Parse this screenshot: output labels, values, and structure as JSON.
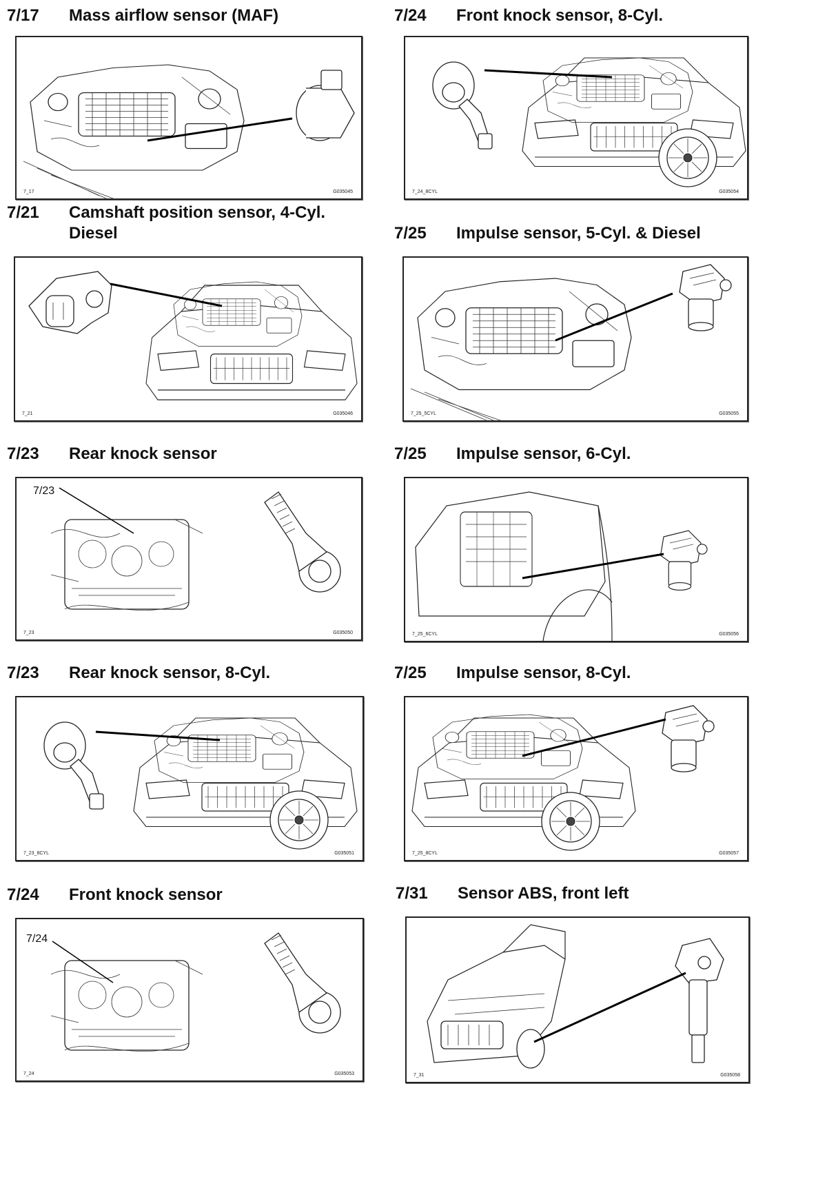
{
  "entries": [
    {
      "number": "7/17",
      "title": "Mass airflow sensor (MAF)",
      "code_left": "7_17",
      "code_right": "G035045"
    },
    {
      "number": "7/24",
      "title": "Front knock sensor, 8-Cyl.",
      "code_left": "7_24_8CYL",
      "code_right": "G035054"
    },
    {
      "number": "7/21",
      "title": "Camshaft position sensor, 4-Cyl.",
      "title_line2": "Diesel",
      "code_left": "7_21",
      "code_right": "G035046"
    },
    {
      "number": "7/25",
      "title": "Impulse sensor, 5-Cyl. & Diesel",
      "code_left": "7_25_5CYL",
      "code_right": "G035055"
    },
    {
      "number": "7/23",
      "title": "Rear knock sensor",
      "callout": "7/23",
      "code_left": "7_23",
      "code_right": "G035050"
    },
    {
      "number": "7/25",
      "title": "Impulse sensor, 6-Cyl.",
      "code_left": "7_25_6CYL",
      "code_right": "G035056"
    },
    {
      "number": "7/23",
      "title": "Rear knock sensor, 8-Cyl.",
      "code_left": "7_23_8CYL",
      "code_right": "G035051"
    },
    {
      "number": "7/25",
      "title": "Impulse sensor, 8-Cyl.",
      "code_left": "7_25_8CYL",
      "code_right": "G035057"
    },
    {
      "number": "7/24",
      "title": "Front knock sensor",
      "callout": "7/24",
      "code_left": "7_24",
      "code_right": "G035053"
    },
    {
      "number": "7/31",
      "title": "Sensor ABS, front left",
      "code_left": "7_31",
      "code_right": "G035058"
    }
  ]
}
